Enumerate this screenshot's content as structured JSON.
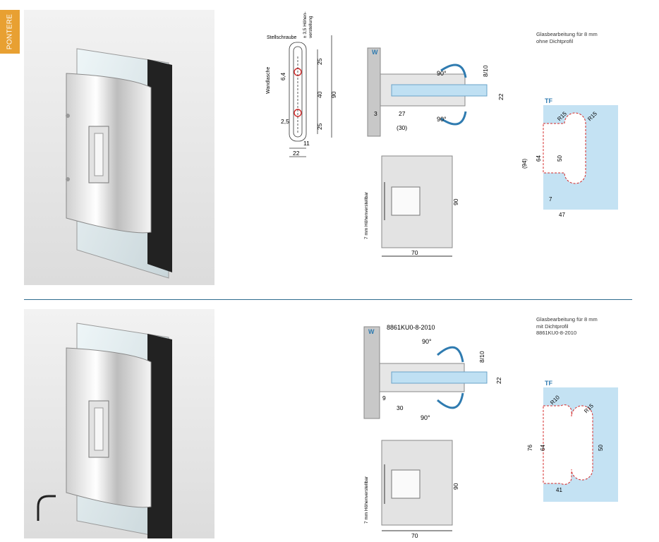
{
  "tab_label": "PONTERE",
  "section1": {
    "note_line1": "Glasbearbeitung für 8 mm",
    "note_line2": "ohne Dichtprofil",
    "label_stellschraube": "Stellschraube",
    "label_wandlasche": "Wandlasche",
    "label_hoehen": "± 3,5 Höhen-",
    "label_hoehen2": "verstellung",
    "dim_6_4": "6,4",
    "dim_25a": "25",
    "dim_40": "40",
    "dim_90a": "90",
    "dim_25b": "25",
    "dim_2_5": "2,5",
    "dim_11": "11",
    "dim_22a": "22",
    "label_w": "W",
    "angle_top": "90°",
    "angle_bottom": "90°",
    "dim_8_10": "8/10",
    "dim_22b": "22",
    "dim_3": "3",
    "dim_27": "27",
    "dim_30p": "(30)",
    "label_hv": "7 mm Höhenverstellbar",
    "dim_90b": "90",
    "dim_70": "70",
    "label_tf": "TF",
    "r15a": "R15",
    "r15b": "R15",
    "dim_94": "(94)",
    "dim_64": "64",
    "dim_50": "50",
    "dim_7": "7",
    "dim_47": "47"
  },
  "section2": {
    "note_line1": "Glasbearbeitung für 8 mm",
    "note_line2": "mit Dichtprofil",
    "note_line3": "8861KU0-8-2010",
    "label_w": "W",
    "part_code": "8861KU0-8-2010",
    "angle_top": "90°",
    "angle_bottom": "90°",
    "dim_8_10": "8/10",
    "dim_22": "22",
    "dim_9": "9",
    "dim_30": "30",
    "label_hv": "7 mm Höhenverstellbar",
    "dim_90": "90",
    "dim_70": "70",
    "label_tf": "TF",
    "r10": "R10",
    "r15": "R15",
    "dim_76": "76",
    "dim_64": "64",
    "dim_50": "50",
    "dim_41": "41"
  },
  "colors": {
    "accent": "#e8a032",
    "blue": "#2f7bb0",
    "separator": "#2f6c8f",
    "glass": "#bfe0f3",
    "red": "#d42a2a"
  }
}
